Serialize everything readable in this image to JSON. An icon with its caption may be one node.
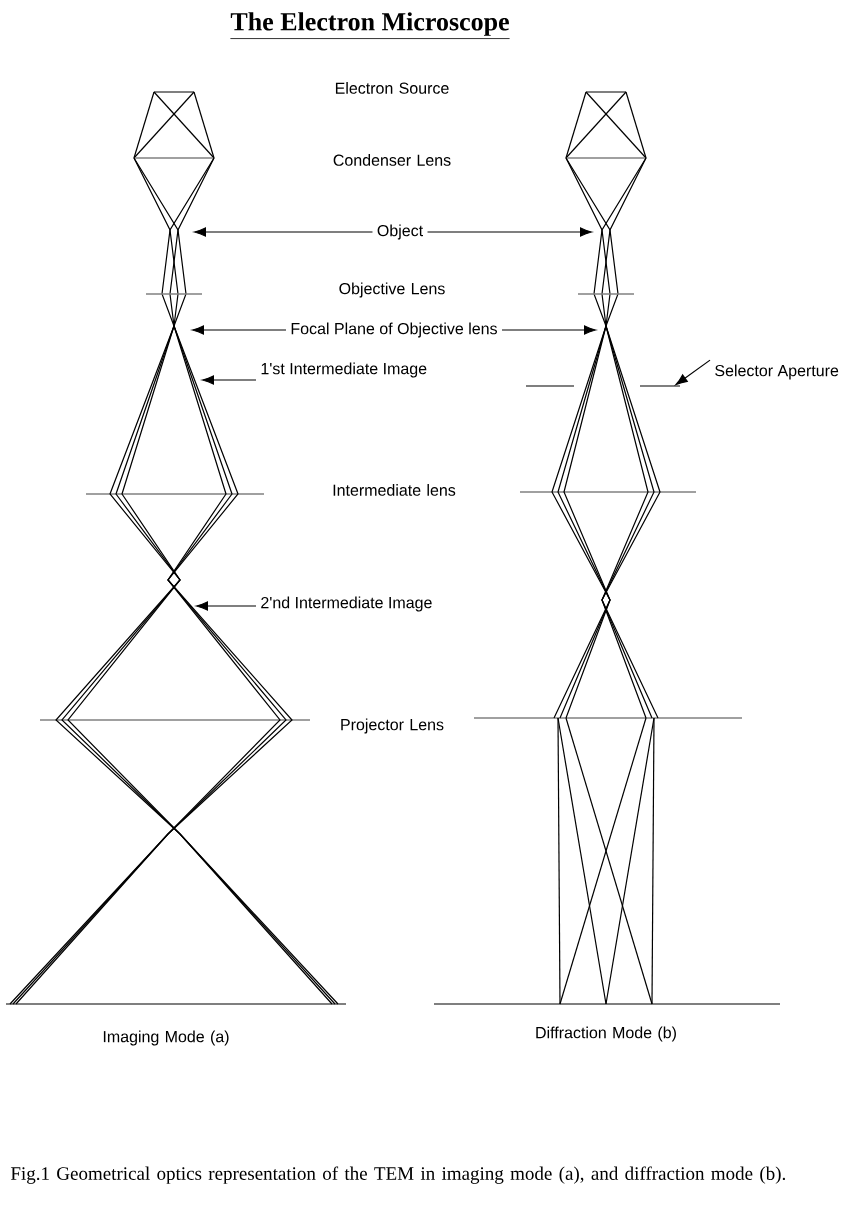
{
  "diagram": {
    "title": "The Electron Microscope",
    "caption": "Fig.1 Geometrical optics representation of the TEM in imaging mode (a), and diffraction mode (b).",
    "nodes": [
      {
        "text": [
          "Object"
        ]
      },
      {
        "text": [
          "Focal Plane of Objective lens"
        ]
      },
      {
        "text": [
          "1'st Intermediate Image"
        ]
      },
      {
        "text": [
          "Selector Aperture"
        ]
      },
      {
        "text": [
          "2'nd Intermediate Image"
        ]
      }
    ],
    "edges": [
      {
        "from": 0,
        "to": null,
        "arrow": "to"
      },
      {
        "from": 0,
        "to": null,
        "arrow": "to"
      },
      {
        "from": 1,
        "to": null,
        "arrow": "to"
      },
      {
        "from": 1,
        "to": null,
        "arrow": "to"
      },
      {
        "from": 2,
        "to": null,
        "arrow": "to"
      },
      {
        "from": 3,
        "to": null,
        "arrow": "to"
      },
      {
        "from": 4,
        "to": null,
        "arrow": "to"
      }
    ],
    "labels": [
      "Electron Source",
      "Condenser Lens",
      "Objective Lens",
      "Intermediate lens",
      "Projector Lens",
      "Imaging Mode (a)",
      "Diffraction Mode (b)"
    ]
  }
}
